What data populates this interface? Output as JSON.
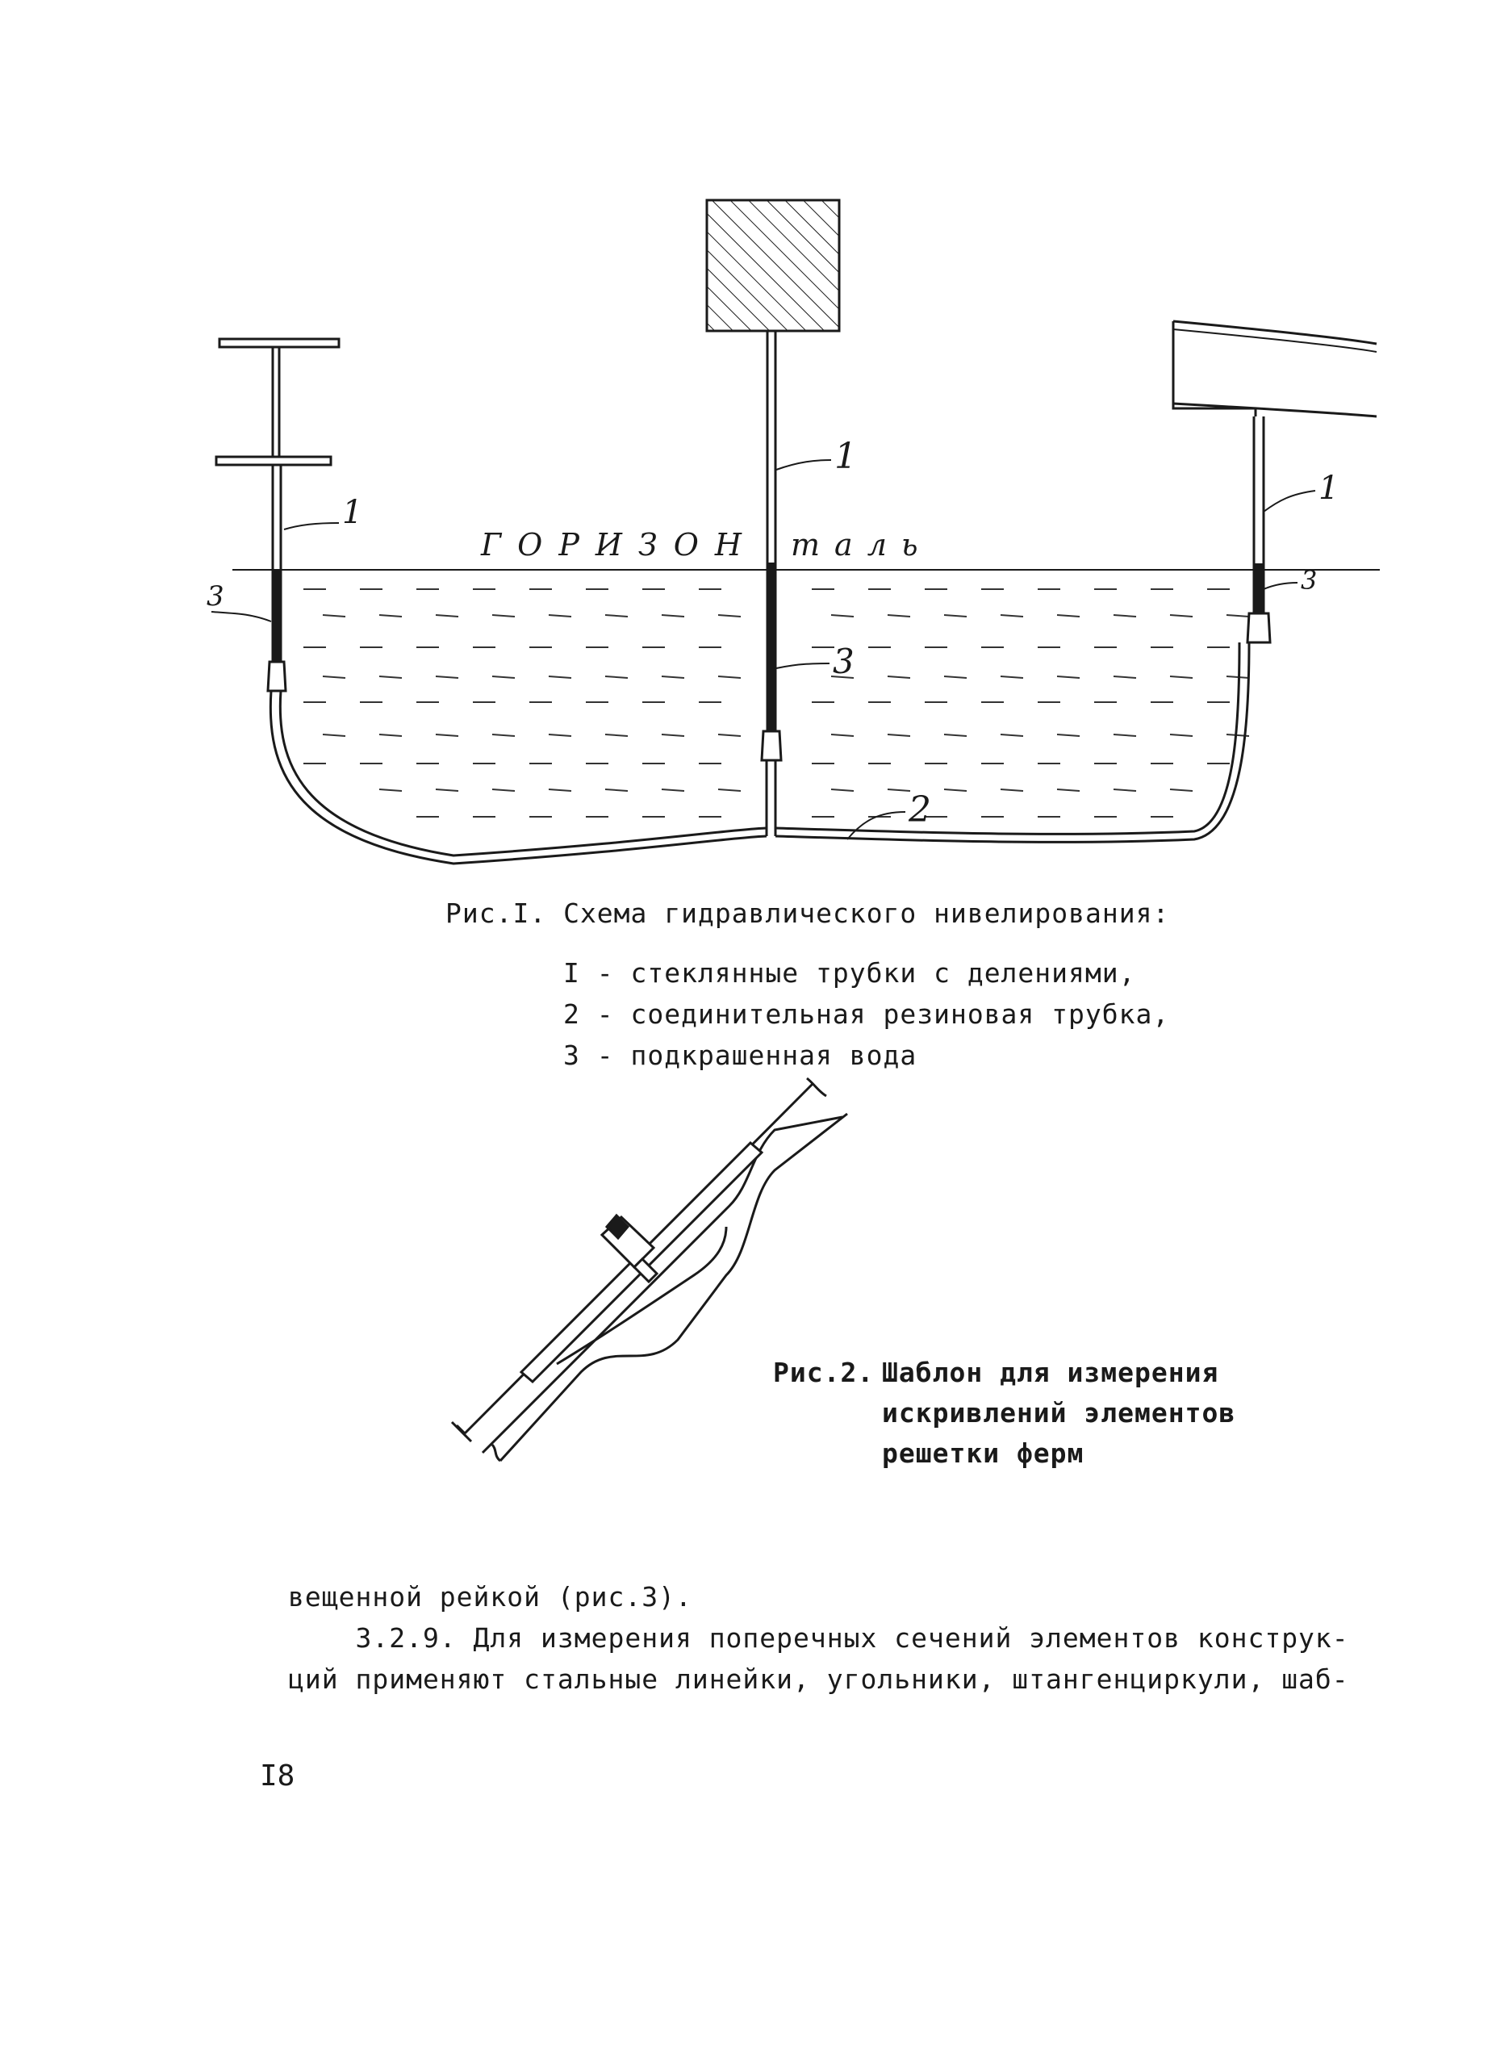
{
  "figure1": {
    "labels": {
      "tube_left": "1",
      "tube_center": "1",
      "tube_right": "1",
      "water_left": "3",
      "water_center": "3",
      "water_right": "3",
      "hose": "2"
    },
    "horizon_word_left": "ГОРИЗОН",
    "horizon_word_right": "таль",
    "caption": "Рис.I. Схема гидравлического нивелирования:",
    "legend": [
      "I - стеклянные трубки с делениями,",
      "2 - соединительная резиновая трубка,",
      "3 - подкрашенная вода"
    ]
  },
  "figure2": {
    "caption_number": "Рис.2.",
    "caption_lines": [
      "Шаблон для измерения",
      "искривлений элементов",
      "решетки ферм"
    ]
  },
  "text_lines": [
    "вещенной рейкой (рис.3).",
    "    3.2.9. Для измерения поперечных сечений элементов конструк-",
    "ций применяют стальные линейки, угольники, штангенциркули, шаб-"
  ],
  "page_number": "I8"
}
